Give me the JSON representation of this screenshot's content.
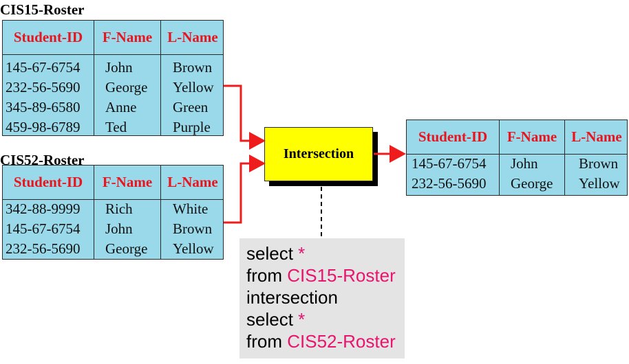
{
  "tables": {
    "cis15": {
      "title": "CIS15-Roster",
      "headers": [
        "Student-ID",
        "F-Name",
        "L-Name"
      ],
      "rows": [
        [
          "145-67-6754",
          "John",
          "Brown"
        ],
        [
          "232-56-5690",
          "George",
          "Yellow"
        ],
        [
          "345-89-6580",
          "Anne",
          "Green"
        ],
        [
          "459-98-6789",
          "Ted",
          "Purple"
        ]
      ]
    },
    "cis52": {
      "title": "CIS52-Roster",
      "headers": [
        "Student-ID",
        "F-Name",
        "L-Name"
      ],
      "rows": [
        [
          "342-88-9999",
          "Rich",
          "White"
        ],
        [
          "145-67-6754",
          "John",
          "Brown"
        ],
        [
          "232-56-5690",
          "George",
          "Yellow"
        ]
      ]
    },
    "result": {
      "headers": [
        "Student-ID",
        "F-Name",
        "L-Name"
      ],
      "rows": [
        [
          "145-67-6754",
          "John",
          "Brown"
        ],
        [
          "232-56-5690",
          "George",
          "Yellow"
        ]
      ]
    }
  },
  "operation": {
    "label": "Intersection"
  },
  "sql": {
    "lines": [
      {
        "keyword": "select",
        "highlight": "*"
      },
      {
        "keyword": "from",
        "highlight": "CIS15-Roster"
      },
      {
        "keyword": "intersection",
        "highlight": ""
      },
      {
        "keyword": "select",
        "highlight": "*"
      },
      {
        "keyword": "from",
        "highlight": "CIS52-Roster"
      }
    ]
  },
  "colors": {
    "table_fill": "#99d9e9",
    "header_text": "#e8141e",
    "operation_fill": "#ffff00",
    "arrow": "#ee1c1c",
    "sql_highlight": "#e8146e",
    "sql_background": "#e4e4e4"
  }
}
